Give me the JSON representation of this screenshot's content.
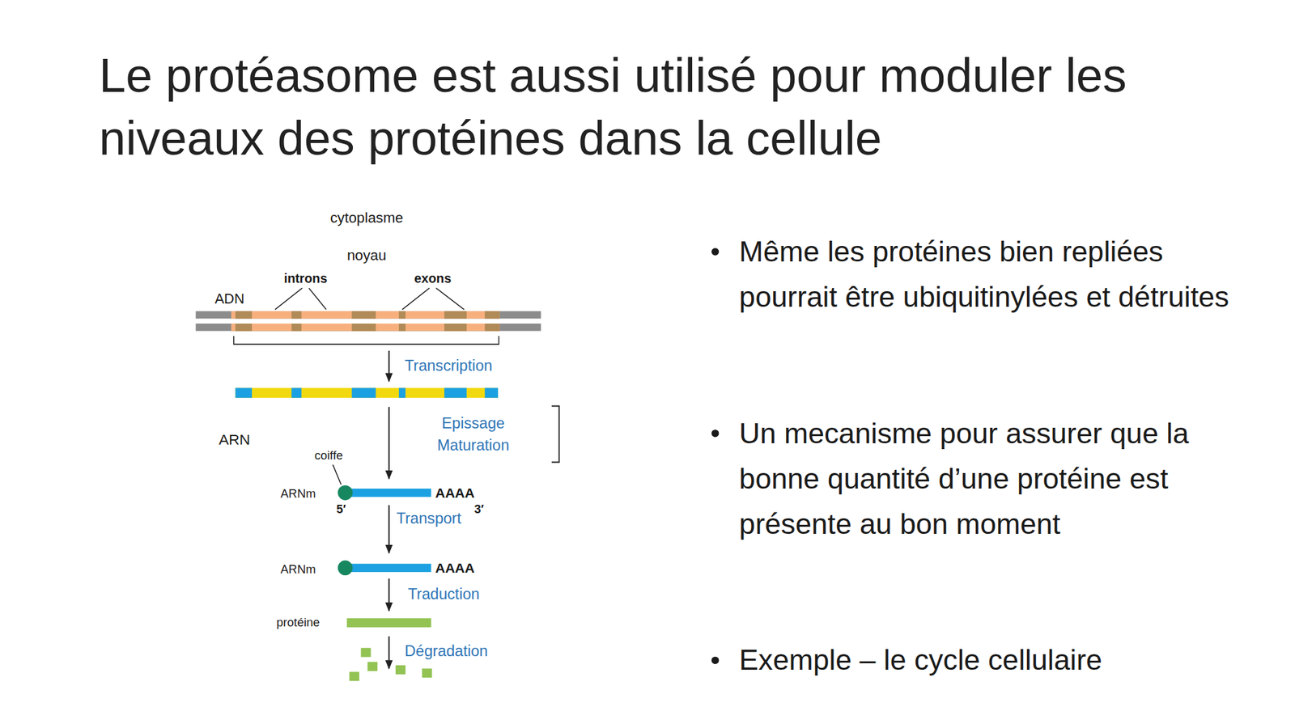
{
  "diagram": {
    "title": "Le protéasome est aussi utilisé pour moduler les niveaux des protéines dans la cellule",
    "nodes": [
      {
        "text": [
          "cytoplasme"
        ]
      },
      {
        "text": [
          "noyau"
        ],
        "in": 0
      }
    ],
    "labels": [
      "ADN",
      "introns",
      "exons",
      "Transcription",
      "Epissage Maturation",
      "ARN",
      "coiffe",
      "ARNm",
      "AAAA",
      "5′",
      "3′",
      "Transport",
      "ARNm",
      "AAAA",
      "Traduction",
      "protéine",
      "Dégradation",
      "Même les protéines bien repliées pourrait être ubiquitinylées et détruites",
      "Un mecanisme pour assurer que la bonne quantité d’une protéine est présente au bon moment",
      "Exemple – le cycle cellulaire"
    ]
  }
}
